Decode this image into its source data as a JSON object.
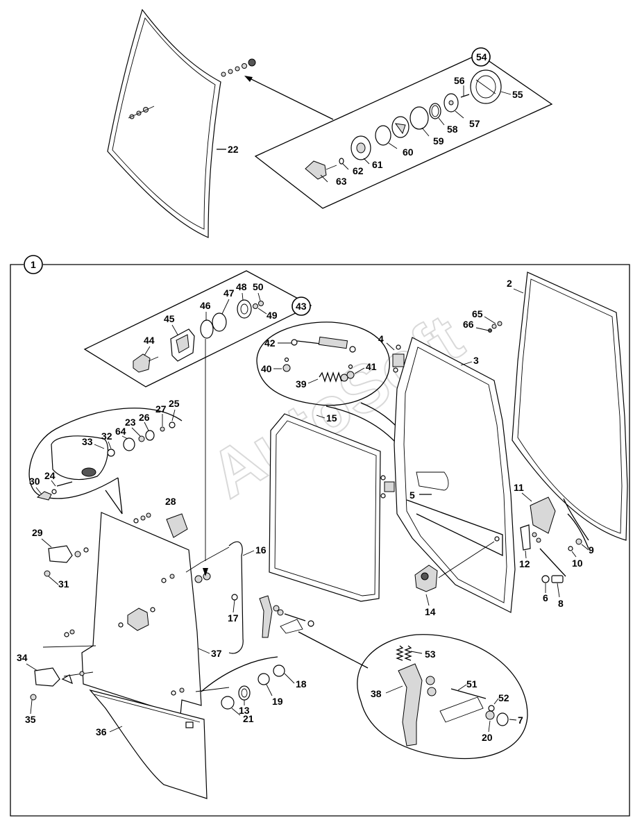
{
  "watermark": "AutoSoft",
  "callouts": {
    "c1": "1",
    "c43": "43",
    "c54": "54"
  },
  "labels": {
    "l2": "2",
    "l3": "3",
    "l4": "4",
    "l5": "5",
    "l6": "6",
    "l7": "7",
    "l8": "8",
    "l9": "9",
    "l10": "10",
    "l11": "11",
    "l12": "12",
    "l13": "13",
    "l14": "14",
    "l15": "15",
    "l16": "16",
    "l17": "17",
    "l18": "18",
    "l19": "19",
    "l20": "20",
    "l21": "21",
    "l22": "22",
    "l23": "23",
    "l24": "24",
    "l25": "25",
    "l26": "26",
    "l27": "27",
    "l28": "28",
    "l29": "29",
    "l30": "30",
    "l31": "31",
    "l32": "32",
    "l33": "33",
    "l34": "34",
    "l35": "35",
    "l36": "36",
    "l37": "37",
    "l38": "38",
    "l39": "39",
    "l40": "40",
    "l41": "41",
    "l42": "42",
    "l44": "44",
    "l45": "45",
    "l46": "46",
    "l47": "47",
    "l48": "48",
    "l49": "49",
    "l50": "50",
    "l51": "51",
    "l52": "52",
    "l53": "53",
    "l55": "55",
    "l56": "56",
    "l57": "57",
    "l58": "58",
    "l59": "59",
    "l60": "60",
    "l61": "61",
    "l62": "62",
    "l63": "63",
    "l64": "64",
    "l65": "65",
    "l66": "66"
  }
}
